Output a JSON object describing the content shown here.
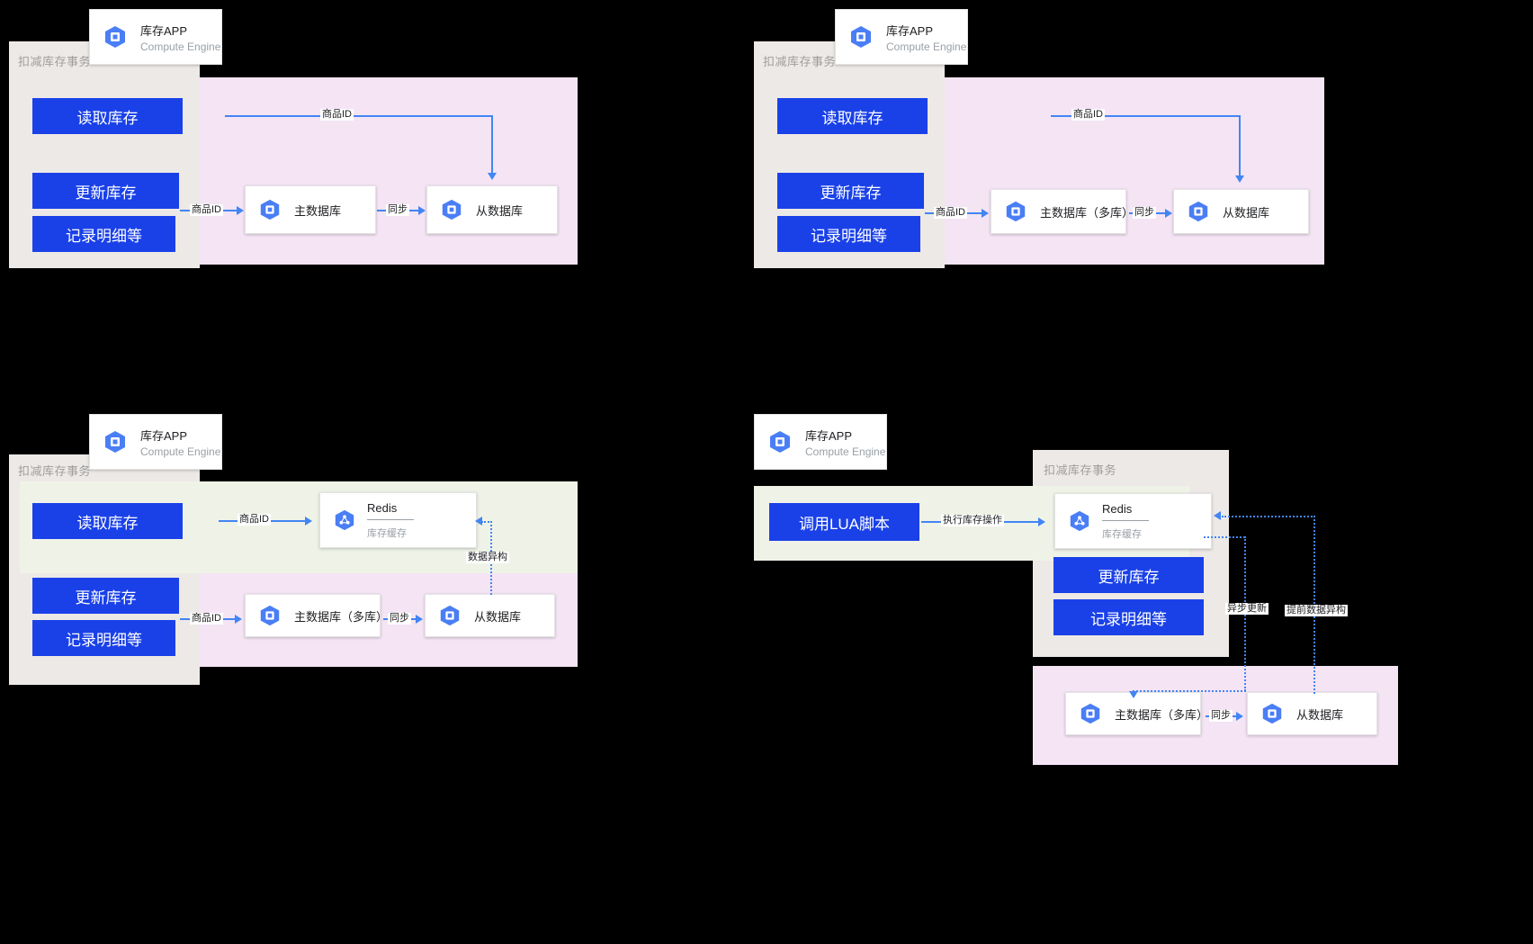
{
  "labels": {
    "group_title": "扣减库存事务",
    "app_name": "库存APP",
    "app_sub": "Compute Engine",
    "read_stock": "读取库存",
    "update_stock": "更新库存",
    "record_detail": "记录明细等",
    "call_lua": "调用LUA脚本",
    "master_db": "主数据库",
    "master_db_multi": "主数据库（多库）",
    "slave_db": "从数据库",
    "redis": "Redis",
    "redis_sub": "库存缓存",
    "edge_goods_id": "商品ID",
    "edge_sync": "同步",
    "edge_data_hetero": "数据异构",
    "edge_exec_stock_op": "执行库存操作",
    "edge_async_update": "异步更新",
    "edge_pre_hetero": "提前数据异构"
  },
  "colors": {
    "button_blue": "#1a41e8",
    "connector_blue": "#4285f4",
    "group_bg": "#ede9e6",
    "zone_purple": "#f4e4f4",
    "zone_green": "#eff3e7",
    "icon_blue": "#4a7ef5",
    "canvas": "#000000"
  },
  "diagrams": [
    {
      "id": "d1",
      "name": "single-master-single-slave",
      "nodes": [
        "库存APP",
        "读取库存",
        "更新库存",
        "记录明细等",
        "主数据库",
        "从数据库"
      ],
      "edges": [
        {
          "label": "商品ID",
          "from": "读取库存",
          "to": "从数据库"
        },
        {
          "label": "商品ID",
          "from": "更新库存",
          "to": "主数据库"
        },
        {
          "label": "同步",
          "from": "主数据库",
          "to": "从数据库"
        }
      ]
    },
    {
      "id": "d2",
      "name": "multi-master-single-slave",
      "nodes": [
        "库存APP",
        "读取库存",
        "更新库存",
        "记录明细等",
        "主数据库（多库）",
        "从数据库"
      ],
      "edges": [
        {
          "label": "商品ID",
          "from": "读取库存",
          "to": "从数据库"
        },
        {
          "label": "商品ID",
          "from": "更新库存",
          "to": "主数据库（多库）"
        },
        {
          "label": "同步",
          "from": "主数据库（多库）",
          "to": "从数据库"
        }
      ]
    },
    {
      "id": "d3",
      "name": "redis-cache-read",
      "nodes": [
        "库存APP",
        "读取库存",
        "更新库存",
        "记录明细等",
        "Redis",
        "主数据库（多库）",
        "从数据库"
      ],
      "edges": [
        {
          "label": "商品ID",
          "from": "读取库存",
          "to": "Redis"
        },
        {
          "label": "商品ID",
          "from": "更新库存",
          "to": "主数据库（多库）"
        },
        {
          "label": "同步",
          "from": "主数据库（多库）",
          "to": "从数据库"
        },
        {
          "label": "数据异构",
          "from": "从数据库",
          "to": "Redis",
          "style": "dotted"
        }
      ]
    },
    {
      "id": "d4",
      "name": "lua-script-redis-async",
      "nodes": [
        "库存APP",
        "调用LUA脚本",
        "Redis",
        "更新库存",
        "记录明细等",
        "主数据库（多库）",
        "从数据库"
      ],
      "edges": [
        {
          "label": "执行库存操作",
          "from": "调用LUA脚本",
          "to": "Redis"
        },
        {
          "label": "异步更新",
          "from": "Redis",
          "to": "主数据库（多库）",
          "style": "dotted"
        },
        {
          "label": "提前数据异构",
          "from": "从数据库",
          "to": "Redis",
          "style": "dotted"
        },
        {
          "label": "同步",
          "from": "主数据库（多库）",
          "to": "从数据库"
        }
      ]
    }
  ]
}
